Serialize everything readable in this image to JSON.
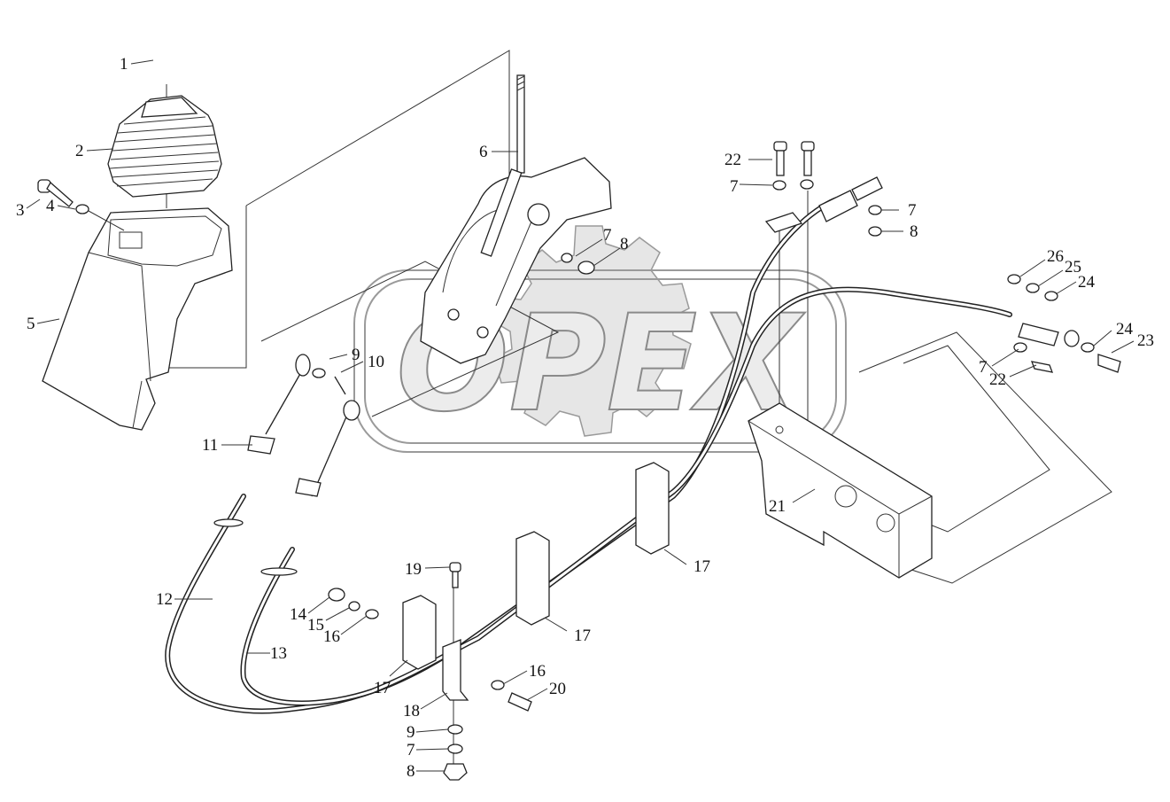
{
  "diagram": {
    "watermark": "OPEX",
    "labels": [
      {
        "id": "l1",
        "text": "1"
      },
      {
        "id": "l2",
        "text": "2"
      },
      {
        "id": "l3",
        "text": "3"
      },
      {
        "id": "l4",
        "text": "4"
      },
      {
        "id": "l5",
        "text": "5"
      },
      {
        "id": "l6",
        "text": "6"
      },
      {
        "id": "l7a",
        "text": "7"
      },
      {
        "id": "l8a",
        "text": "8"
      },
      {
        "id": "l22a",
        "text": "22"
      },
      {
        "id": "l7b",
        "text": "7"
      },
      {
        "id": "l7c",
        "text": "7"
      },
      {
        "id": "l8b",
        "text": "8"
      },
      {
        "id": "l26",
        "text": "26"
      },
      {
        "id": "l25",
        "text": "25"
      },
      {
        "id": "l24a",
        "text": "24"
      },
      {
        "id": "l24b",
        "text": "24"
      },
      {
        "id": "l23",
        "text": "23"
      },
      {
        "id": "l7d",
        "text": "7"
      },
      {
        "id": "l22b",
        "text": "22"
      },
      {
        "id": "l9a",
        "text": "9"
      },
      {
        "id": "l10",
        "text": "10"
      },
      {
        "id": "l11",
        "text": "11"
      },
      {
        "id": "l12",
        "text": "12"
      },
      {
        "id": "l13",
        "text": "13"
      },
      {
        "id": "l14",
        "text": "14"
      },
      {
        "id": "l15",
        "text": "15"
      },
      {
        "id": "l16a",
        "text": "16"
      },
      {
        "id": "l17a",
        "text": "17"
      },
      {
        "id": "l17b",
        "text": "17"
      },
      {
        "id": "l17c",
        "text": "17"
      },
      {
        "id": "l18",
        "text": "18"
      },
      {
        "id": "l19",
        "text": "19"
      },
      {
        "id": "l16b",
        "text": "16"
      },
      {
        "id": "l20",
        "text": "20"
      },
      {
        "id": "l9b",
        "text": "9"
      },
      {
        "id": "l7e",
        "text": "7"
      },
      {
        "id": "l8c",
        "text": "8"
      },
      {
        "id": "l21",
        "text": "21"
      }
    ]
  }
}
